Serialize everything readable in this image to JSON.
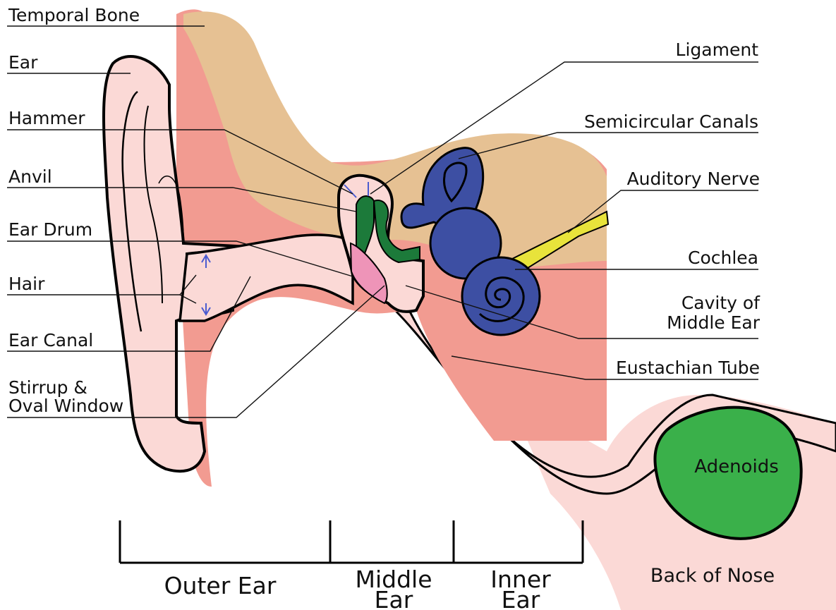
{
  "labels": {
    "temporal_bone": "Temporal Bone",
    "ear": "Ear",
    "hammer": "Hammer",
    "anvil": "Anvil",
    "ear_drum": "Ear Drum",
    "hair": "Hair",
    "ear_canal": "Ear Canal",
    "stirrup_line1": "Stirrup &",
    "stirrup_line2": "Oval Window",
    "ligament": "Ligament",
    "semicircular_canals": "Semicircular Canals",
    "auditory_nerve": "Auditory Nerve",
    "cochlea": "Cochlea",
    "cavity_line1": "Cavity of",
    "cavity_line2": "Middle Ear",
    "eustachian_tube": "Eustachian Tube",
    "adenoids": "Adenoids",
    "back_of_nose": "Back of Nose"
  },
  "sections": {
    "outer_ear": "Outer Ear",
    "middle_ear_line1": "Middle",
    "middle_ear_line2": "Ear",
    "inner_ear_line1": "Inner",
    "inner_ear_line2": "Ear"
  },
  "colors": {
    "skin": "#fbd9d6",
    "tissue": "#f29b91",
    "bone": "#e6c193",
    "ossicle": "#1c7a3a",
    "eardrum": "#ee94b8",
    "inner_ear": "#3d4fa3",
    "nerve": "#e8e33b",
    "adenoids": "#3ab04a",
    "hair": "#4a5bd0",
    "outline": "#000000"
  }
}
